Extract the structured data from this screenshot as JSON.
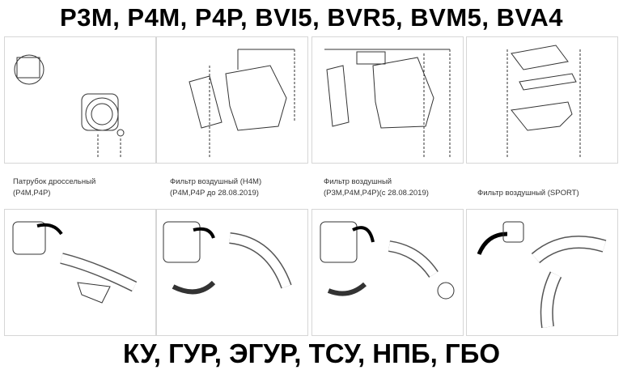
{
  "header": {
    "engines": "P3M, P4M, P4P, BVI5, BVR5, BVM5, BVA4"
  },
  "products": [
    {
      "title": "Патрубок дроссельный",
      "sub": "(P4M,P4P)"
    },
    {
      "title": "Фильтр воздушный (H4M)",
      "sub": "(P4M,P4P до 28.08.2019)"
    },
    {
      "title": "Фильтр воздушный",
      "sub": "(P3M,P4M,P4P)(с 28.08.2019)"
    },
    {
      "title": "Фильтр воздушный (SPORT)",
      "sub": ""
    }
  ],
  "footer": {
    "systems": "КУ, ГУР, ЭГУР, ТСУ, НПБ, ГБО"
  }
}
